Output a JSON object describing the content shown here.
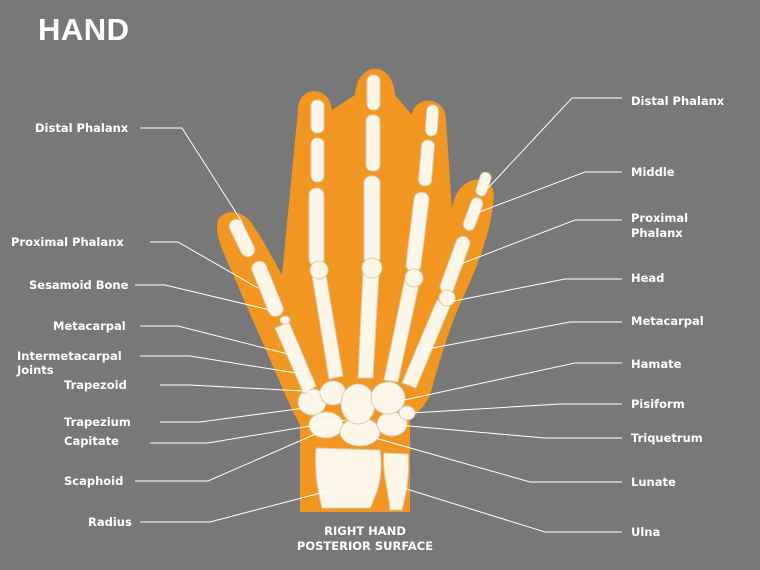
{
  "title": "HAND",
  "caption": {
    "line1": "RIGHT HAND",
    "line2": "POSTERIOR SURFACE"
  },
  "colors": {
    "background": "#787878",
    "flesh": "#f19620",
    "bone": "#fbf6e7",
    "bone_outline": "#d9ccb0",
    "leader": "#ffffff"
  },
  "left_labels": {
    "distal_phalanx": "Distal Phalanx",
    "proximal_phalanx": "Proximal Phalanx",
    "sesamoid_bone": "Sesamoid Bone",
    "metacarpal": "Metacarpal",
    "intermetacarpal_line1": "Intermetacarpal",
    "intermetacarpal_line2": "Joints",
    "trapezoid": "Trapezoid",
    "trapezium": "Trapezium",
    "capitate": "Capitate",
    "scaphoid": "Scaphoid",
    "radius": "Radius"
  },
  "right_labels": {
    "distal_phalanx": "Distal Phalanx",
    "middle": "Middle",
    "proximal_line1": "Proximal",
    "proximal_line2": "Phalanx",
    "head": "Head",
    "metacarpal": "Metacarpal",
    "hamate": "Hamate",
    "pisiform": "Pisiform",
    "triquetrum": "Triquetrum",
    "lunate": "Lunate",
    "ulna": "Ulna"
  }
}
